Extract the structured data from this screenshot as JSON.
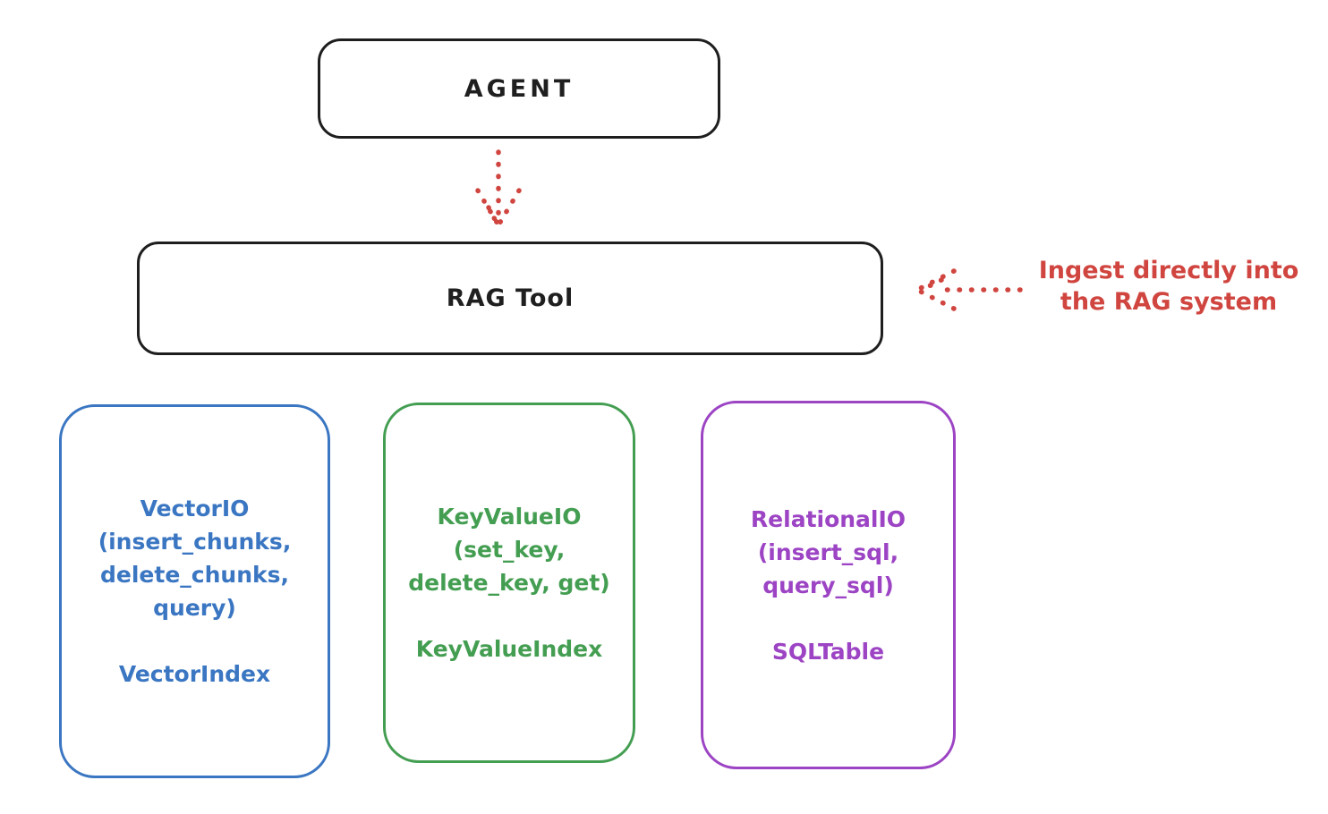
{
  "diagram": {
    "agent_box": {
      "label": "AGENT"
    },
    "rag_tool_box": {
      "label": "RAG Tool"
    },
    "annotation": {
      "lines": [
        "Ingest directly into",
        "the RAG system"
      ]
    },
    "storage_boxes": [
      {
        "name": "VectorIO",
        "color": "#3a76c2",
        "lines": [
          "VectorIO",
          "(insert_chunks,",
          "delete_chunks,",
          "query)"
        ],
        "index_label": "VectorIndex"
      },
      {
        "name": "KeyValueIO",
        "color": "#449e52",
        "lines": [
          "KeyValueIO",
          "(set_key,",
          "delete_key, get)"
        ],
        "index_label": "KeyValueIndex"
      },
      {
        "name": "RelationalIO",
        "color": "#9c44c4",
        "lines": [
          "RelationalIO",
          "(insert_sql,",
          "query_sql)"
        ],
        "index_label": "SQLTable"
      }
    ],
    "colors": {
      "stroke_black": "#1e1e1e",
      "arrow_red": "#d0453f",
      "vector_blue": "#3a76c2",
      "keyvalue_green": "#449e52",
      "relational_purple": "#9c44c4"
    }
  }
}
